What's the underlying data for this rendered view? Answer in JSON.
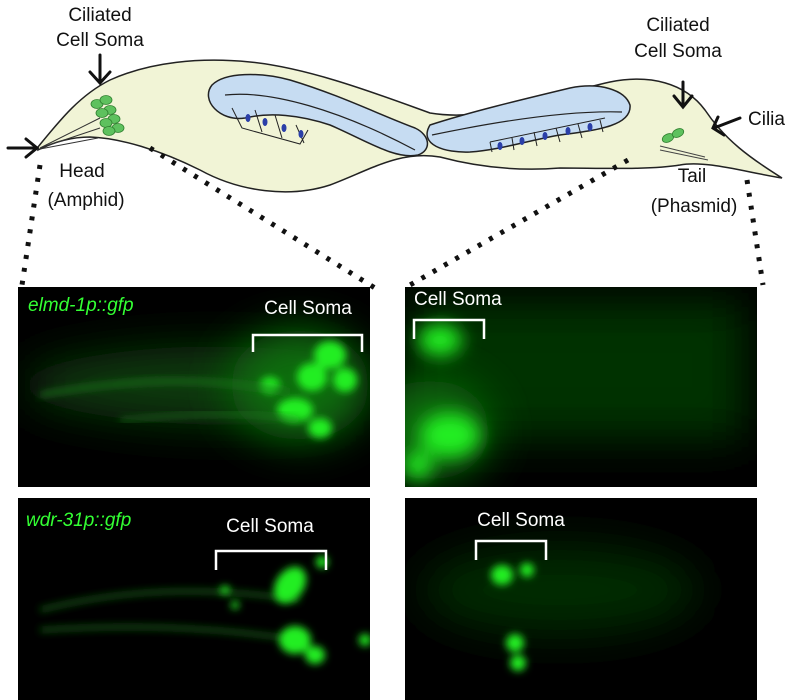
{
  "diagram": {
    "labels": {
      "head_soma": [
        "Ciliated",
        "Cell Soma"
      ],
      "tail_soma": [
        "Ciliated",
        "Cell Soma"
      ],
      "cilia": "Cilia",
      "head": [
        "Head",
        "(Amphid)"
      ],
      "tail": [
        "Tail",
        "(Phasmid)"
      ]
    }
  },
  "panels": [
    {
      "id": "top-left",
      "gene": "elmd-1p::gfp",
      "bracket_label": "Cell Soma"
    },
    {
      "id": "top-right",
      "gene": "",
      "bracket_label": "Cell Soma"
    },
    {
      "id": "bottom-left",
      "gene": "wdr-31p::gfp",
      "bracket_label": "Cell Soma"
    },
    {
      "id": "bottom-right",
      "gene": "",
      "bracket_label": "Cell Soma"
    }
  ],
  "colors": {
    "worm_body": "#f1f4d6",
    "gut": "#c6dcf2",
    "gut_outline": "#222222",
    "neuron_green": "#5ec15e",
    "nucleus_blue": "#2b3fa8",
    "fluorescence": "#22ee22",
    "panel_bg": "#000000"
  }
}
